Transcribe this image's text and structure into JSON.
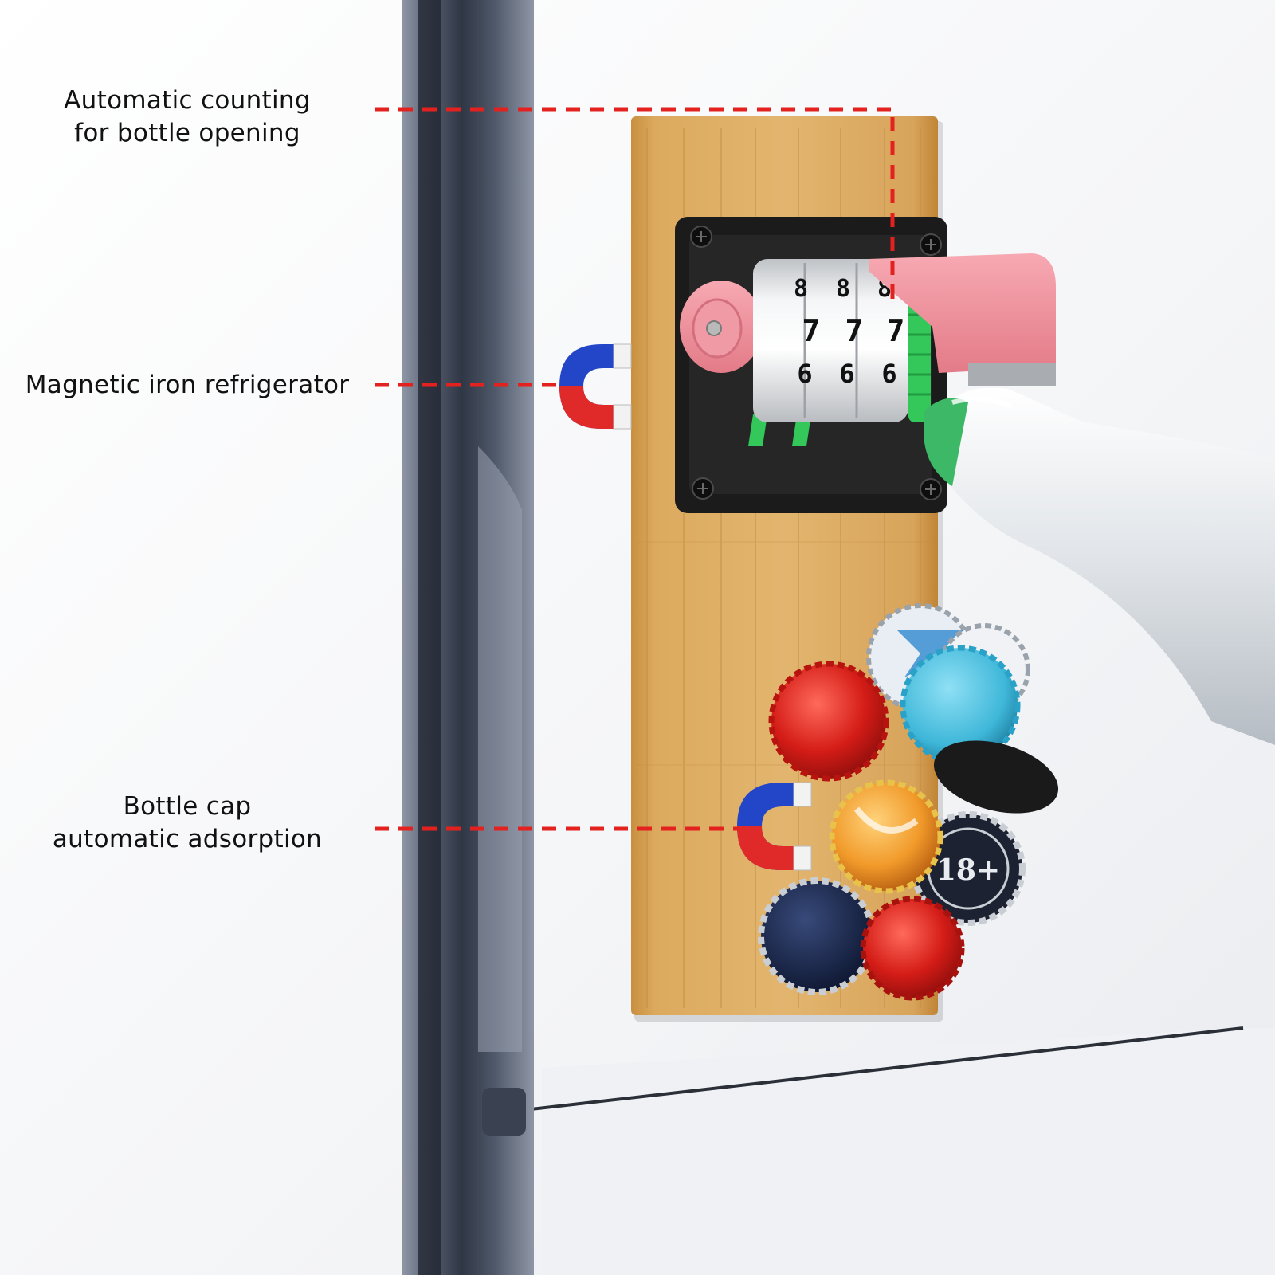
{
  "callouts": {
    "counting": {
      "line1": "Automatic counting",
      "line2": "for bottle opening"
    },
    "magnetic": {
      "line1": "Magnetic iron refrigerator"
    },
    "adsorption": {
      "line1": "Bottle cap",
      "line2": "automatic adsorption"
    }
  },
  "counter": {
    "digits_top": [
      "8",
      "8",
      "8"
    ],
    "digits_mid": [
      "7",
      "7",
      "7"
    ],
    "digits_bottom": [
      "6",
      "6",
      "6"
    ]
  },
  "cap_badge": "18+",
  "colors": {
    "leader_line": "#e3221f",
    "bamboo": "#d9a85c",
    "mount_plate": "#1b1b1b",
    "pink_housing": "#ef8f9a",
    "gear_green": "#34c759",
    "magnet_red": "#e02a2a",
    "magnet_blue": "#2346c9"
  },
  "icons": [
    "magnet-icon",
    "bottle-cap-icon",
    "screw-icon"
  ]
}
